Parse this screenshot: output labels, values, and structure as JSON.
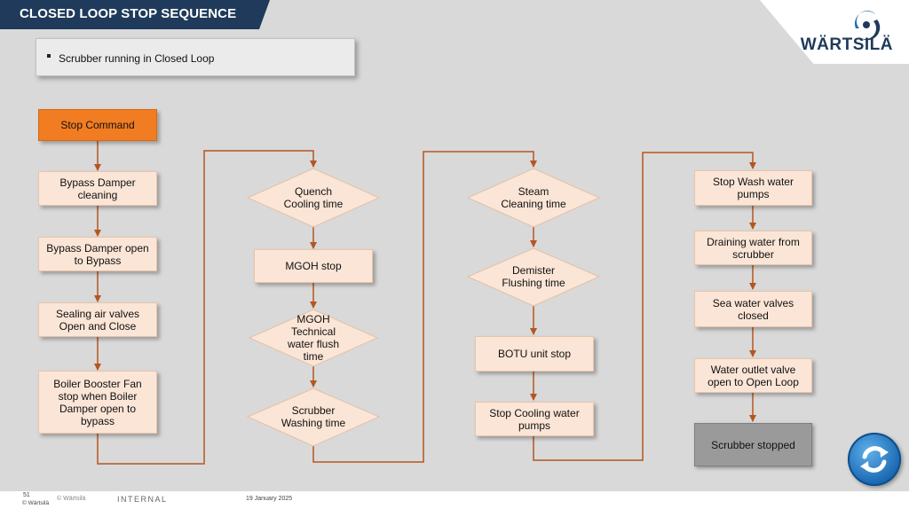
{
  "title": "CLOSED LOOP STOP SEQUENCE",
  "logo": {
    "text": "WÄRTSILÄ",
    "icon": "wartsila-logo-icon"
  },
  "status": {
    "text": "Scrubber running in Closed Loop"
  },
  "nodes": {
    "stop_command": "Stop Command",
    "bypass_damper_cleaning": "Bypass Damper cleaning",
    "bypass_damper_open": "Bypass Damper open to Bypass",
    "sealing_air": "Sealing air valves Open and Close",
    "boiler_fan": "Boiler Booster Fan stop when Boiler Damper open to bypass",
    "quench_cooling": "Quench Cooling time",
    "mgoh_stop": "MGOH stop",
    "mgoh_flush": "MGOH Technical water flush time",
    "scrubber_washing": "Scrubber Washing time",
    "steam_cleaning": "Steam Cleaning time",
    "demister_flushing": "Demister Flushing time",
    "botu_stop": "BOTU unit stop",
    "stop_cooling_pumps": "Stop Cooling water pumps",
    "stop_wash_pumps": "Stop Wash water pumps",
    "draining_water": "Draining water from scrubber",
    "sea_water_valves": "Sea water valves closed",
    "water_outlet_valve": "Water outlet valve open to Open Loop",
    "scrubber_stopped": "Scrubber stopped"
  },
  "footer": {
    "page": "51",
    "copyright_left": "© Wärtsilä",
    "copyright": "© Wärtsilä",
    "classification": "INTERNAL",
    "date": "19 January 2025"
  },
  "colors": {
    "title_bar": "#1f3a5a",
    "background": "#d9d9d9",
    "node_fill": "#fbe5d6",
    "start_fill": "#f27c22",
    "end_fill": "#9a9a9a",
    "arrow": "#b5561f"
  },
  "nav": {
    "refresh_icon": "refresh-icon"
  }
}
